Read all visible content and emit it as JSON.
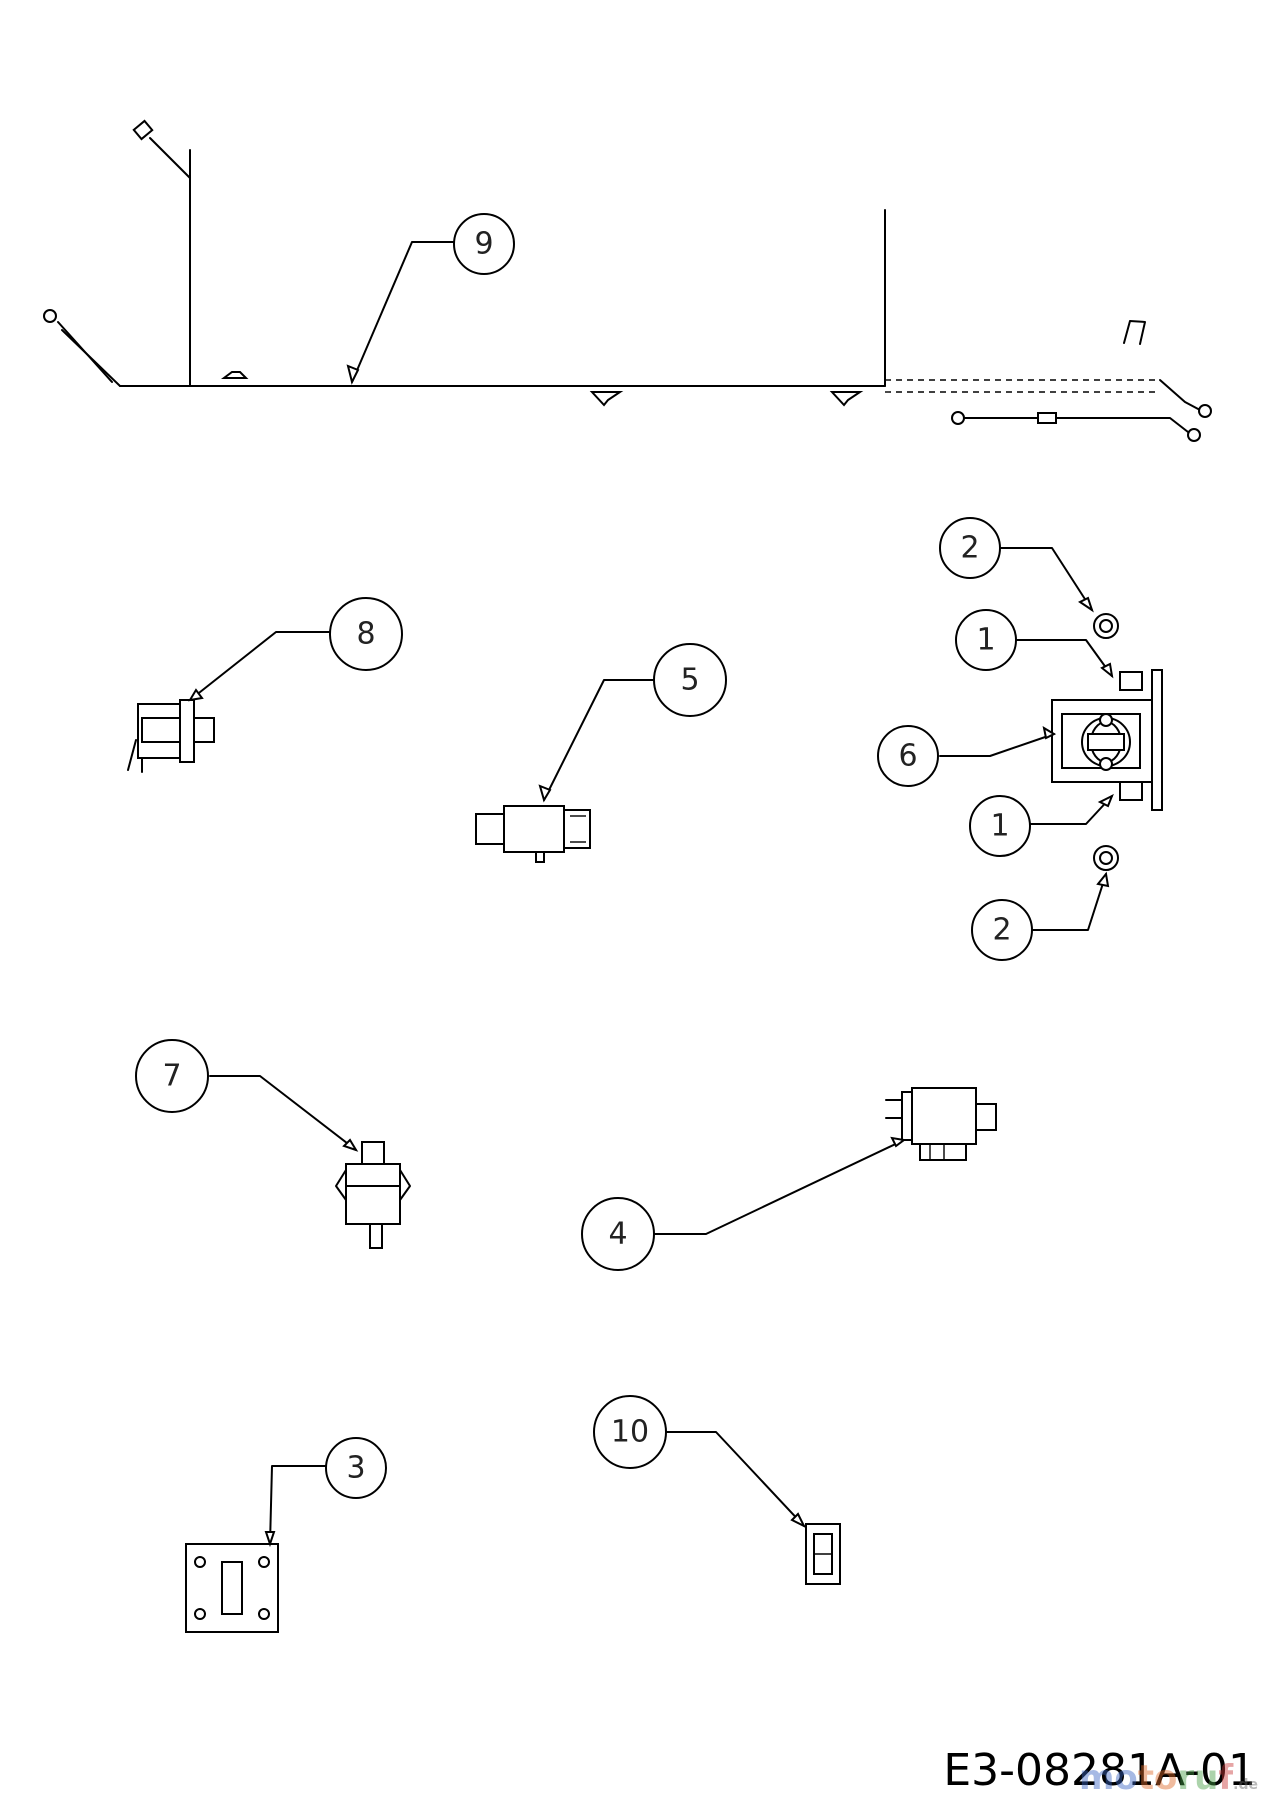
{
  "callouts": [
    {
      "id": "c1a",
      "label": "1"
    },
    {
      "id": "c1b",
      "label": "1"
    },
    {
      "id": "c2a",
      "label": "2"
    },
    {
      "id": "c2b",
      "label": "2"
    },
    {
      "id": "c3",
      "label": "3"
    },
    {
      "id": "c4",
      "label": "4"
    },
    {
      "id": "c5",
      "label": "5"
    },
    {
      "id": "c6",
      "label": "6"
    },
    {
      "id": "c7",
      "label": "7"
    },
    {
      "id": "c8",
      "label": "8"
    },
    {
      "id": "c9",
      "label": "9"
    },
    {
      "id": "c10",
      "label": "10"
    }
  ],
  "drawing_code": "E3-08281A-01",
  "watermark": {
    "text": "motoruf",
    "suffix": ".de"
  }
}
